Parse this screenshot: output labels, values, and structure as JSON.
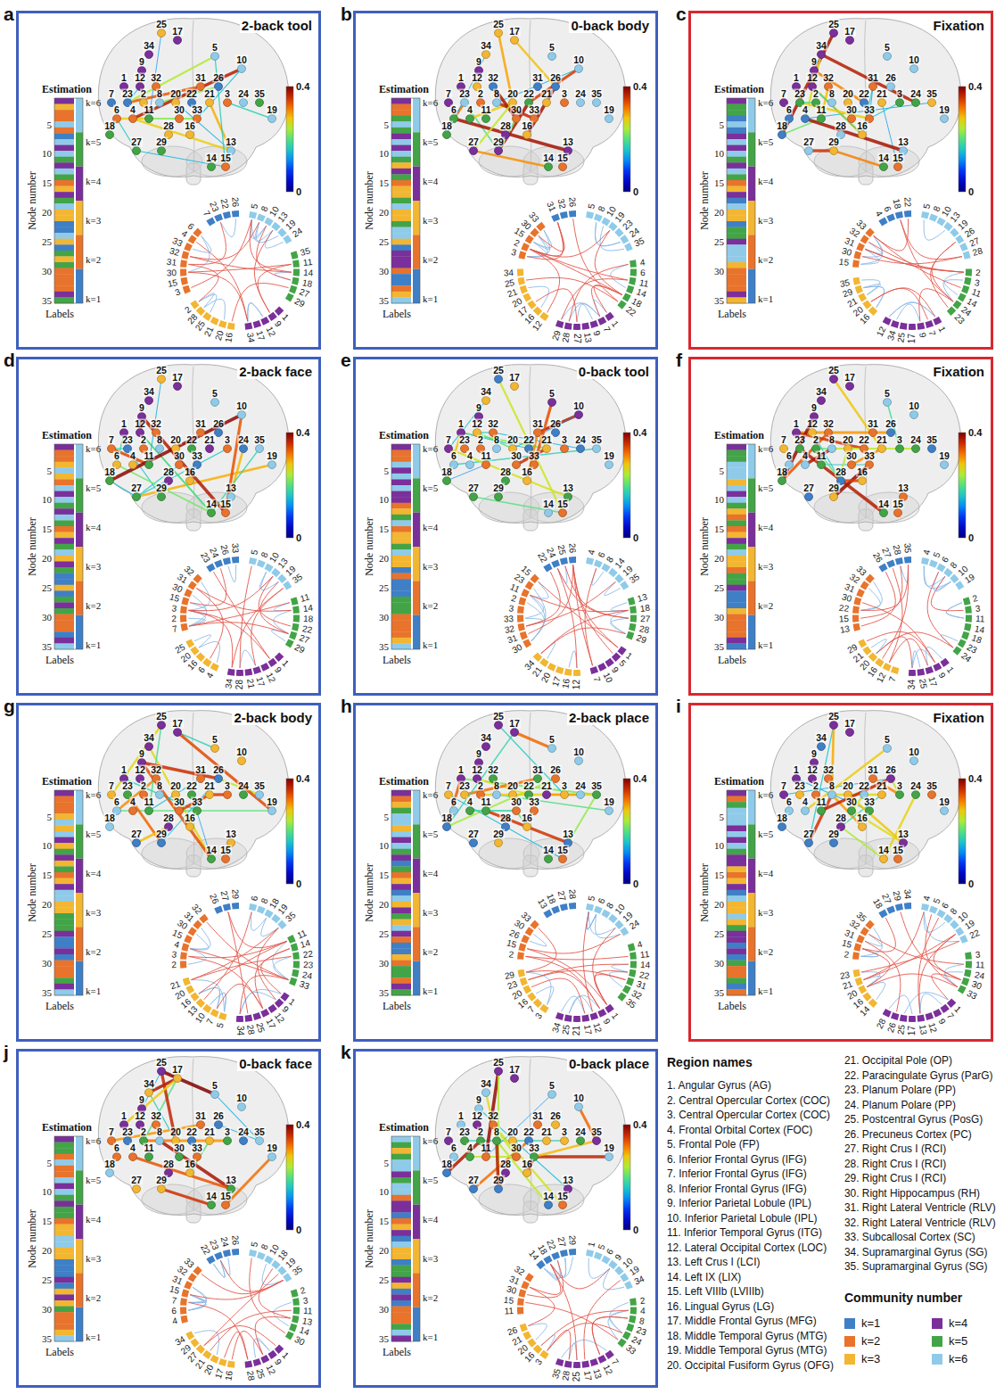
{
  "diagram": {
    "nodes": [
      {
        "text": [
          "a",
          "2-back tool",
          "Estimation",
          "k=6",
          "k=5",
          "k=4",
          "k=3",
          "k=2",
          "k=1",
          "5",
          "10",
          "15",
          "20",
          "25",
          "30",
          "35",
          "Node number",
          "Labels",
          "0.4",
          "0",
          "1",
          "2",
          "3",
          "4",
          "5",
          "6",
          "7",
          "8",
          "9",
          "10",
          "11",
          "12",
          "13",
          "14",
          "15",
          "16",
          "17",
          "18",
          "19",
          "20",
          "21",
          "22",
          "23",
          "24",
          "25",
          "26",
          "27",
          "28",
          "29",
          "30",
          "31",
          "32",
          "33",
          "34",
          "35",
          "7",
          "23",
          "22",
          "26",
          "5",
          "8",
          "10",
          "13",
          "19",
          "24",
          "35",
          "11",
          "14",
          "18",
          "27",
          "29",
          "1",
          "9",
          "12",
          "17",
          "34",
          "16",
          "20",
          "21",
          "25",
          "28",
          "2",
          "3",
          "15",
          "30",
          "31",
          "32",
          "33",
          "4",
          "6"
        ]
      },
      {
        "text": [
          "b",
          "0-back body",
          "Estimation",
          "k=6",
          "k=5",
          "k=4",
          "k=3",
          "k=2",
          "k=1",
          "5",
          "10",
          "15",
          "20",
          "25",
          "30",
          "35",
          "Node number",
          "Labels",
          "0.4",
          "0",
          "1",
          "2",
          "3",
          "4",
          "5",
          "6",
          "7",
          "8",
          "9",
          "10",
          "11",
          "12",
          "13",
          "14",
          "15",
          "16",
          "17",
          "18",
          "19",
          "20",
          "21",
          "22",
          "23",
          "24",
          "25",
          "26",
          "27",
          "28",
          "29",
          "30",
          "31",
          "32",
          "33",
          "34",
          "35",
          "31",
          "32",
          "26",
          "5",
          "8",
          "10",
          "19",
          "23",
          "24",
          "35",
          "4",
          "6",
          "11",
          "14",
          "18",
          "22",
          "1",
          "7",
          "9",
          "13",
          "27",
          "28",
          "29",
          "12",
          "16",
          "17",
          "20",
          "21",
          "25",
          "34",
          "3",
          "2",
          "15",
          "30",
          "33"
        ]
      },
      {
        "text": [
          "c",
          "Fixation",
          "Estimation",
          "k=6",
          "k=5",
          "k=4",
          "k=3",
          "k=2",
          "k=1",
          "5",
          "10",
          "15",
          "20",
          "25",
          "30",
          "35",
          "Node number",
          "Labels",
          "0.4",
          "0",
          "1",
          "2",
          "3",
          "4",
          "5",
          "6",
          "7",
          "8",
          "9",
          "10",
          "11",
          "12",
          "13",
          "14",
          "15",
          "16",
          "17",
          "18",
          "19",
          "20",
          "21",
          "22",
          "23",
          "24",
          "25",
          "26",
          "27",
          "28",
          "29",
          "30",
          "31",
          "32",
          "33",
          "34",
          "35",
          "4",
          "6",
          "18",
          "22",
          "5",
          "8",
          "10",
          "13",
          "19",
          "26",
          "27",
          "28",
          "2",
          "3",
          "11",
          "14",
          "24",
          "23",
          "1",
          "7",
          "9",
          "17",
          "25",
          "34",
          "12",
          "16",
          "20",
          "21",
          "29",
          "35",
          "15",
          "30",
          "31",
          "32",
          "33"
        ]
      },
      {
        "text": [
          "d",
          "2-back face",
          "Estimation",
          "k=6",
          "k=5",
          "k=4",
          "k=3",
          "k=2",
          "k=1",
          "5",
          "10",
          "15",
          "20",
          "25",
          "30",
          "35",
          "Node number",
          "Labels",
          "0.4",
          "0",
          "1",
          "2",
          "3",
          "4",
          "5",
          "6",
          "7",
          "8",
          "9",
          "10",
          "11",
          "12",
          "13",
          "14",
          "15",
          "16",
          "17",
          "18",
          "19",
          "20",
          "21",
          "22",
          "23",
          "24",
          "25",
          "26",
          "27",
          "28",
          "29",
          "30",
          "31",
          "32",
          "33",
          "34",
          "35",
          "23",
          "24",
          "26",
          "33",
          "5",
          "8",
          "10",
          "13",
          "19",
          "35",
          "11",
          "14",
          "18",
          "22",
          "27",
          "29",
          "1",
          "9",
          "12",
          "17",
          "21",
          "28",
          "34",
          "4",
          "6",
          "16",
          "20",
          "25",
          "7",
          "2",
          "3",
          "15",
          "30",
          "31",
          "32"
        ]
      },
      {
        "text": [
          "e",
          "0-back tool",
          "Estimation",
          "k=6",
          "k=5",
          "k=4",
          "k=3",
          "k=2",
          "k=1",
          "5",
          "10",
          "15",
          "20",
          "25",
          "30",
          "35",
          "Node number",
          "Labels",
          "0.4",
          "0",
          "1",
          "2",
          "3",
          "4",
          "5",
          "6",
          "7",
          "8",
          "9",
          "10",
          "11",
          "12",
          "13",
          "14",
          "15",
          "16",
          "17",
          "18",
          "19",
          "20",
          "21",
          "22",
          "23",
          "24",
          "25",
          "26",
          "27",
          "28",
          "29",
          "30",
          "31",
          "32",
          "33",
          "34",
          "35",
          "22",
          "24",
          "25",
          "26",
          "4",
          "6",
          "8",
          "14",
          "19",
          "35",
          "13",
          "18",
          "27",
          "28",
          "29",
          "1",
          "5",
          "9",
          "10",
          "7",
          "12",
          "16",
          "17",
          "20",
          "21",
          "34",
          "30",
          "31",
          "32",
          "33",
          "3",
          "2",
          "11",
          "23",
          "15"
        ]
      },
      {
        "text": [
          "f",
          "Fixation",
          "Estimation",
          "k=6",
          "k=5",
          "k=4",
          "k=3",
          "k=2",
          "k=1",
          "5",
          "10",
          "15",
          "20",
          "25",
          "30",
          "35",
          "Node number",
          "Labels",
          "0.4",
          "0",
          "1",
          "2",
          "3",
          "4",
          "5",
          "6",
          "7",
          "8",
          "9",
          "10",
          "11",
          "12",
          "13",
          "14",
          "15",
          "16",
          "17",
          "18",
          "19",
          "20",
          "21",
          "22",
          "23",
          "24",
          "25",
          "26",
          "27",
          "28",
          "29",
          "30",
          "31",
          "32",
          "33",
          "34",
          "35",
          "26",
          "27",
          "28",
          "35",
          "4",
          "5",
          "6",
          "8",
          "10",
          "19",
          "2",
          "3",
          "11",
          "14",
          "18",
          "23",
          "24",
          "1",
          "9",
          "17",
          "25",
          "34",
          "7",
          "12",
          "16",
          "20",
          "21",
          "29",
          "13",
          "15",
          "22",
          "30",
          "31",
          "32",
          "33"
        ]
      },
      {
        "text": [
          "g",
          "2-back body",
          "Estimation",
          "k=6",
          "k=5",
          "k=4",
          "k=3",
          "k=2",
          "k=1",
          "5",
          "10",
          "15",
          "20",
          "25",
          "30",
          "35",
          "Node number",
          "Labels",
          "0.4",
          "0",
          "1",
          "2",
          "3",
          "4",
          "5",
          "6",
          "7",
          "8",
          "9",
          "10",
          "11",
          "12",
          "13",
          "14",
          "15",
          "16",
          "17",
          "18",
          "19",
          "20",
          "21",
          "22",
          "23",
          "24",
          "25",
          "26",
          "27",
          "28",
          "29",
          "30",
          "31",
          "32",
          "33",
          "34",
          "35",
          "26",
          "27",
          "29",
          "6",
          "8",
          "18",
          "19",
          "35",
          "11",
          "14",
          "22",
          "23",
          "24",
          "33",
          "1",
          "9",
          "12",
          "17",
          "25",
          "28",
          "34",
          "5",
          "7",
          "10",
          "13",
          "16",
          "20",
          "21",
          "2",
          "3",
          "4",
          "15",
          "30",
          "31",
          "32"
        ]
      },
      {
        "text": [
          "h",
          "2-back place",
          "Estimation",
          "k=6",
          "k=5",
          "k=4",
          "k=3",
          "k=2",
          "k=1",
          "5",
          "10",
          "15",
          "20",
          "25",
          "30",
          "35",
          "Node number",
          "Labels",
          "0.4",
          "0",
          "1",
          "2",
          "3",
          "4",
          "5",
          "6",
          "7",
          "8",
          "9",
          "10",
          "11",
          "12",
          "13",
          "14",
          "15",
          "16",
          "17",
          "18",
          "19",
          "20",
          "21",
          "22",
          "23",
          "24",
          "25",
          "26",
          "27",
          "28",
          "29",
          "30",
          "31",
          "32",
          "33",
          "34",
          "35",
          "13",
          "18",
          "27",
          "28",
          "5",
          "6",
          "8",
          "10",
          "19",
          "24",
          "4",
          "11",
          "14",
          "22",
          "31",
          "32",
          "35",
          "1",
          "9",
          "12",
          "17",
          "21",
          "25",
          "34",
          "3",
          "7",
          "16",
          "20",
          "23",
          "29",
          "2",
          "15",
          "26",
          "30",
          "33"
        ]
      },
      {
        "text": [
          "i",
          "Fixation",
          "Estimation",
          "k=6",
          "k=5",
          "k=4",
          "k=3",
          "k=2",
          "k=1",
          "5",
          "10",
          "15",
          "20",
          "25",
          "30",
          "35",
          "Node number",
          "Labels",
          "0.4",
          "0",
          "1",
          "2",
          "3",
          "4",
          "5",
          "6",
          "7",
          "8",
          "9",
          "10",
          "11",
          "12",
          "13",
          "14",
          "15",
          "16",
          "17",
          "18",
          "19",
          "20",
          "21",
          "22",
          "23",
          "24",
          "25",
          "26",
          "27",
          "28",
          "29",
          "30",
          "31",
          "32",
          "33",
          "34",
          "35",
          "18",
          "27",
          "29",
          "34",
          "4",
          "5",
          "6",
          "8",
          "10",
          "19",
          "22",
          "3",
          "11",
          "24",
          "30",
          "33",
          "1",
          "7",
          "9",
          "12",
          "13",
          "17",
          "25",
          "26",
          "28",
          "14",
          "16",
          "20",
          "21",
          "23",
          "2",
          "15",
          "31",
          "32",
          "35"
        ]
      },
      {
        "text": [
          "j",
          "0-back face",
          "Estimation",
          "k=6",
          "k=5",
          "k=4",
          "k=3",
          "k=2",
          "k=1",
          "5",
          "10",
          "15",
          "20",
          "25",
          "30",
          "35",
          "Node number",
          "Labels",
          "0.4",
          "0",
          "1",
          "2",
          "3",
          "4",
          "5",
          "6",
          "7",
          "8",
          "9",
          "10",
          "11",
          "12",
          "13",
          "14",
          "15",
          "16",
          "17",
          "18",
          "19",
          "20",
          "21",
          "22",
          "23",
          "24",
          "25",
          "26",
          "27",
          "28",
          "29",
          "30",
          "31",
          "32",
          "33",
          "34",
          "35",
          "22",
          "23",
          "24",
          "26",
          "5",
          "8",
          "10",
          "18",
          "19",
          "35",
          "2",
          "3",
          "11",
          "13",
          "14",
          "30",
          "1",
          "9",
          "12",
          "25",
          "28",
          "16",
          "17",
          "20",
          "21",
          "27",
          "29",
          "34",
          "4",
          "6",
          "7",
          "15",
          "31",
          "32",
          "33"
        ]
      },
      {
        "text": [
          "k",
          "0-back place",
          "Estimation",
          "k=6",
          "k=5",
          "k=4",
          "k=3",
          "k=2",
          "k=1",
          "5",
          "10",
          "15",
          "20",
          "25",
          "30",
          "35",
          "Node number",
          "Labels",
          "0.4",
          "0",
          "1",
          "2",
          "3",
          "4",
          "5",
          "6",
          "7",
          "8",
          "9",
          "10",
          "11",
          "12",
          "13",
          "14",
          "15",
          "16",
          "17",
          "18",
          "19",
          "20",
          "21",
          "22",
          "23",
          "24",
          "25",
          "26",
          "27",
          "28",
          "29",
          "30",
          "31",
          "32",
          "33",
          "34",
          "35",
          "14",
          "18",
          "22",
          "27",
          "29",
          "1",
          "5",
          "6",
          "9",
          "10",
          "19",
          "34",
          "2",
          "4",
          "8",
          "23",
          "24",
          "33",
          "7",
          "12",
          "13",
          "17",
          "25",
          "28",
          "35",
          "3",
          "16",
          "20",
          "21",
          "26",
          "11",
          "15",
          "30",
          "31",
          "32"
        ]
      }
    ],
    "labels": [
      "Region names",
      "1. Angular Gyrus (AG)",
      "2. Central Opercular Cortex (COC)",
      "3. Central Opercular Cortex (COC)",
      "4. Frontal Orbital Cortex (FOC)",
      "5. Frontal Pole (FP)",
      "6. Inferior Frontal Gyrus (IFG)",
      "7. Inferior Frontal Gyrus (IFG)",
      "8. Inferior Frontal Gyrus (IFG)",
      "9. Inferior Parietal Lobule (IPL)",
      "10. Inferior Parietal Lobule (IPL)",
      "11. Inferior Temporal Gyrus (ITG)",
      "12. Lateral Occipital Cortex (LOC)",
      "13. Left Crus I (LCI)",
      "14. Left IX (LIX)",
      "15. Left VIIIb (LVIIIb)",
      "16. Lingual Gyrus (LG)",
      "17. Middle Frontal Gyrus (MFG)",
      "18. Middle Temporal Gyrus (MTG)",
      "19. Middle Temporal Gyrus (MTG)",
      "20. Occipital Fusiform Gyrus (OFG)",
      "21. Occipital Pole (OP)",
      "22. Paracingulate Gyrus (ParG)",
      "23. Planum Polare (PP)",
      "24. Planum Polare (PP)",
      "25. Postcentral Gyrus (PosG)",
      "26. Precuneus Cortex (PC)",
      "27. Right Crus I (RCI)",
      "28. Right Crus I (RCI)",
      "29. Right Crus I (RCI)",
      "30. Right Hippocampus (RH)",
      "31. Right Lateral Ventricle (RLV)",
      "32. Right Lateral Ventricle (RLV)",
      "33. Subcallosal Cortex (SC)",
      "34. Supramarginal Gyrus (SG)",
      "35. Supramarginal Gyrus (SG)",
      "Community number"
    ],
    "legend": [
      {
        "text": "k=1",
        "color": "#3f7fc6"
      },
      {
        "text": "k=2",
        "color": "#e8732c"
      },
      {
        "text": "k=3",
        "color": "#f2b632"
      },
      {
        "text": "k=4",
        "color": "#7a2f9a"
      },
      {
        "text": "k=5",
        "color": "#43a447"
      },
      {
        "text": "k=6",
        "color": "#8fcbe9"
      }
    ]
  }
}
